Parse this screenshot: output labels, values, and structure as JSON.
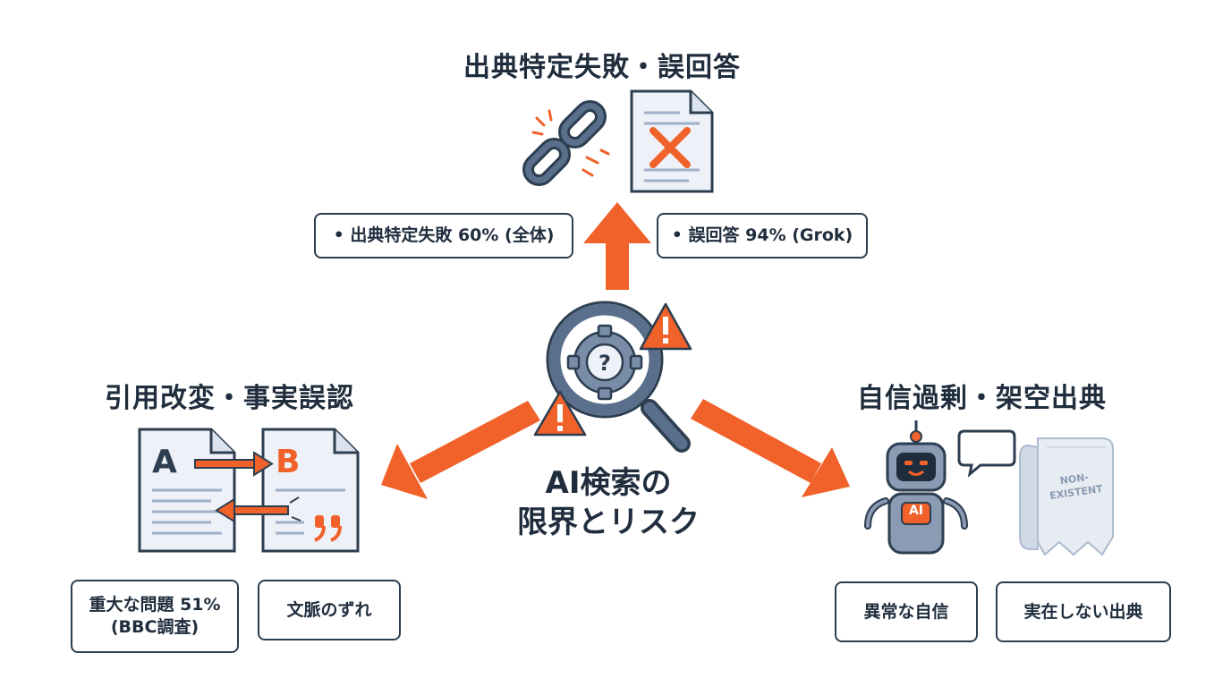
{
  "center": {
    "title_line1": "AI検索の",
    "title_line2": "限界とリスク"
  },
  "top": {
    "heading": "出典特定失敗・誤回答",
    "box_left": "• 出典特定失敗 60% (全体)",
    "box_right": "• 誤回答 94% (Grok)"
  },
  "left": {
    "heading": "引用改変・事実誤認",
    "doc_a_letter": "A",
    "doc_b_letter": "B",
    "box1_line1": "重大な問題 51%",
    "box1_line2": "(BBC調査)",
    "box2": "文脈のずれ"
  },
  "right": {
    "heading": "自信過剰・架空出典",
    "robot_badge": "AI",
    "book_label_line1": "NON-",
    "book_label_line2": "EXISTENT",
    "box1": "異常な自信",
    "box2": "実在しない出典"
  },
  "colors": {
    "accent": "#f0622a",
    "dark": "#2c3e50",
    "steel": "#5a6f8c",
    "light": "#eef2f8"
  }
}
